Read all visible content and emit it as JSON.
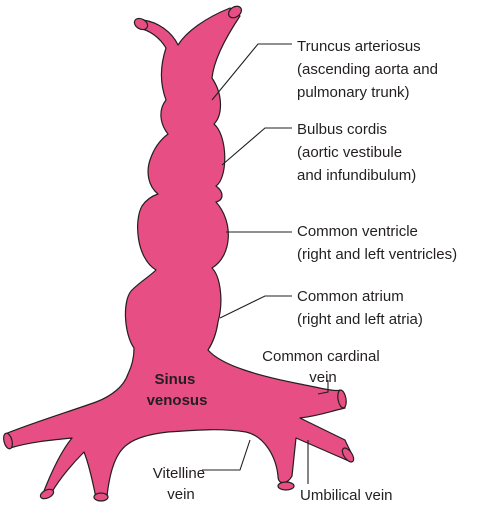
{
  "colors": {
    "tube": "#e64e84",
    "outline": "#231f20",
    "background": "#ffffff"
  },
  "labels": {
    "truncus": [
      "Truncus arteriosus",
      "(ascending aorta and",
      "pulmonary trunk)"
    ],
    "bulbus": [
      "Bulbus cordis",
      "(aortic vestibule",
      "and infundibulum)"
    ],
    "ventricle": [
      "Common ventricle",
      "(right and left ventricles)"
    ],
    "atrium": [
      "Common atrium",
      "(right and left atria)"
    ],
    "cardinal": [
      "Common cardinal",
      "vein"
    ],
    "sinus": [
      "Sinus",
      "venosus"
    ],
    "vitelline": [
      "Vitelline",
      "vein"
    ],
    "umbilical": [
      "Umbilical vein"
    ]
  }
}
